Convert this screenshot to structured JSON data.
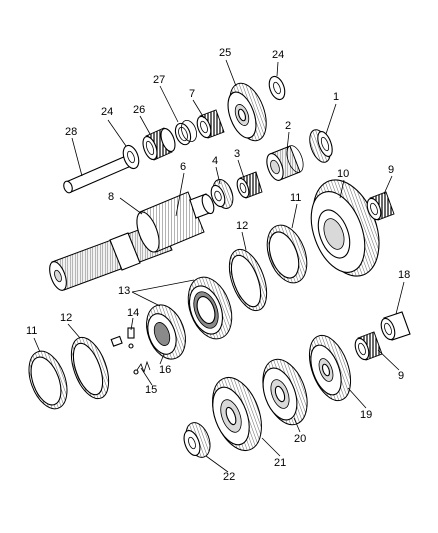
{
  "diagram": {
    "callouts": {
      "c1": "1",
      "c2": "2",
      "c3": "3",
      "c4": "4",
      "c6": "6",
      "c7": "7",
      "c8": "8",
      "c9a": "9",
      "c9b": "9",
      "c10": "10",
      "c11a": "11",
      "c11b": "11",
      "c12a": "12",
      "c12b": "12",
      "c13": "13",
      "c14": "14",
      "c15": "15",
      "c16": "16",
      "c18": "18",
      "c19": "19",
      "c20": "20",
      "c21": "21",
      "c22": "22",
      "c24a": "24",
      "c24b": "24",
      "c25": "25",
      "c26": "26",
      "c27": "27",
      "c28": "28"
    },
    "parts": [
      "pin",
      "thrust-washer",
      "needle-bearing",
      "spacer",
      "gear",
      "bearing",
      "input-shaft",
      "synchro-ring",
      "synchronizer-hub",
      "strut",
      "spring",
      "sleeve",
      "cluster-gear"
    ]
  }
}
